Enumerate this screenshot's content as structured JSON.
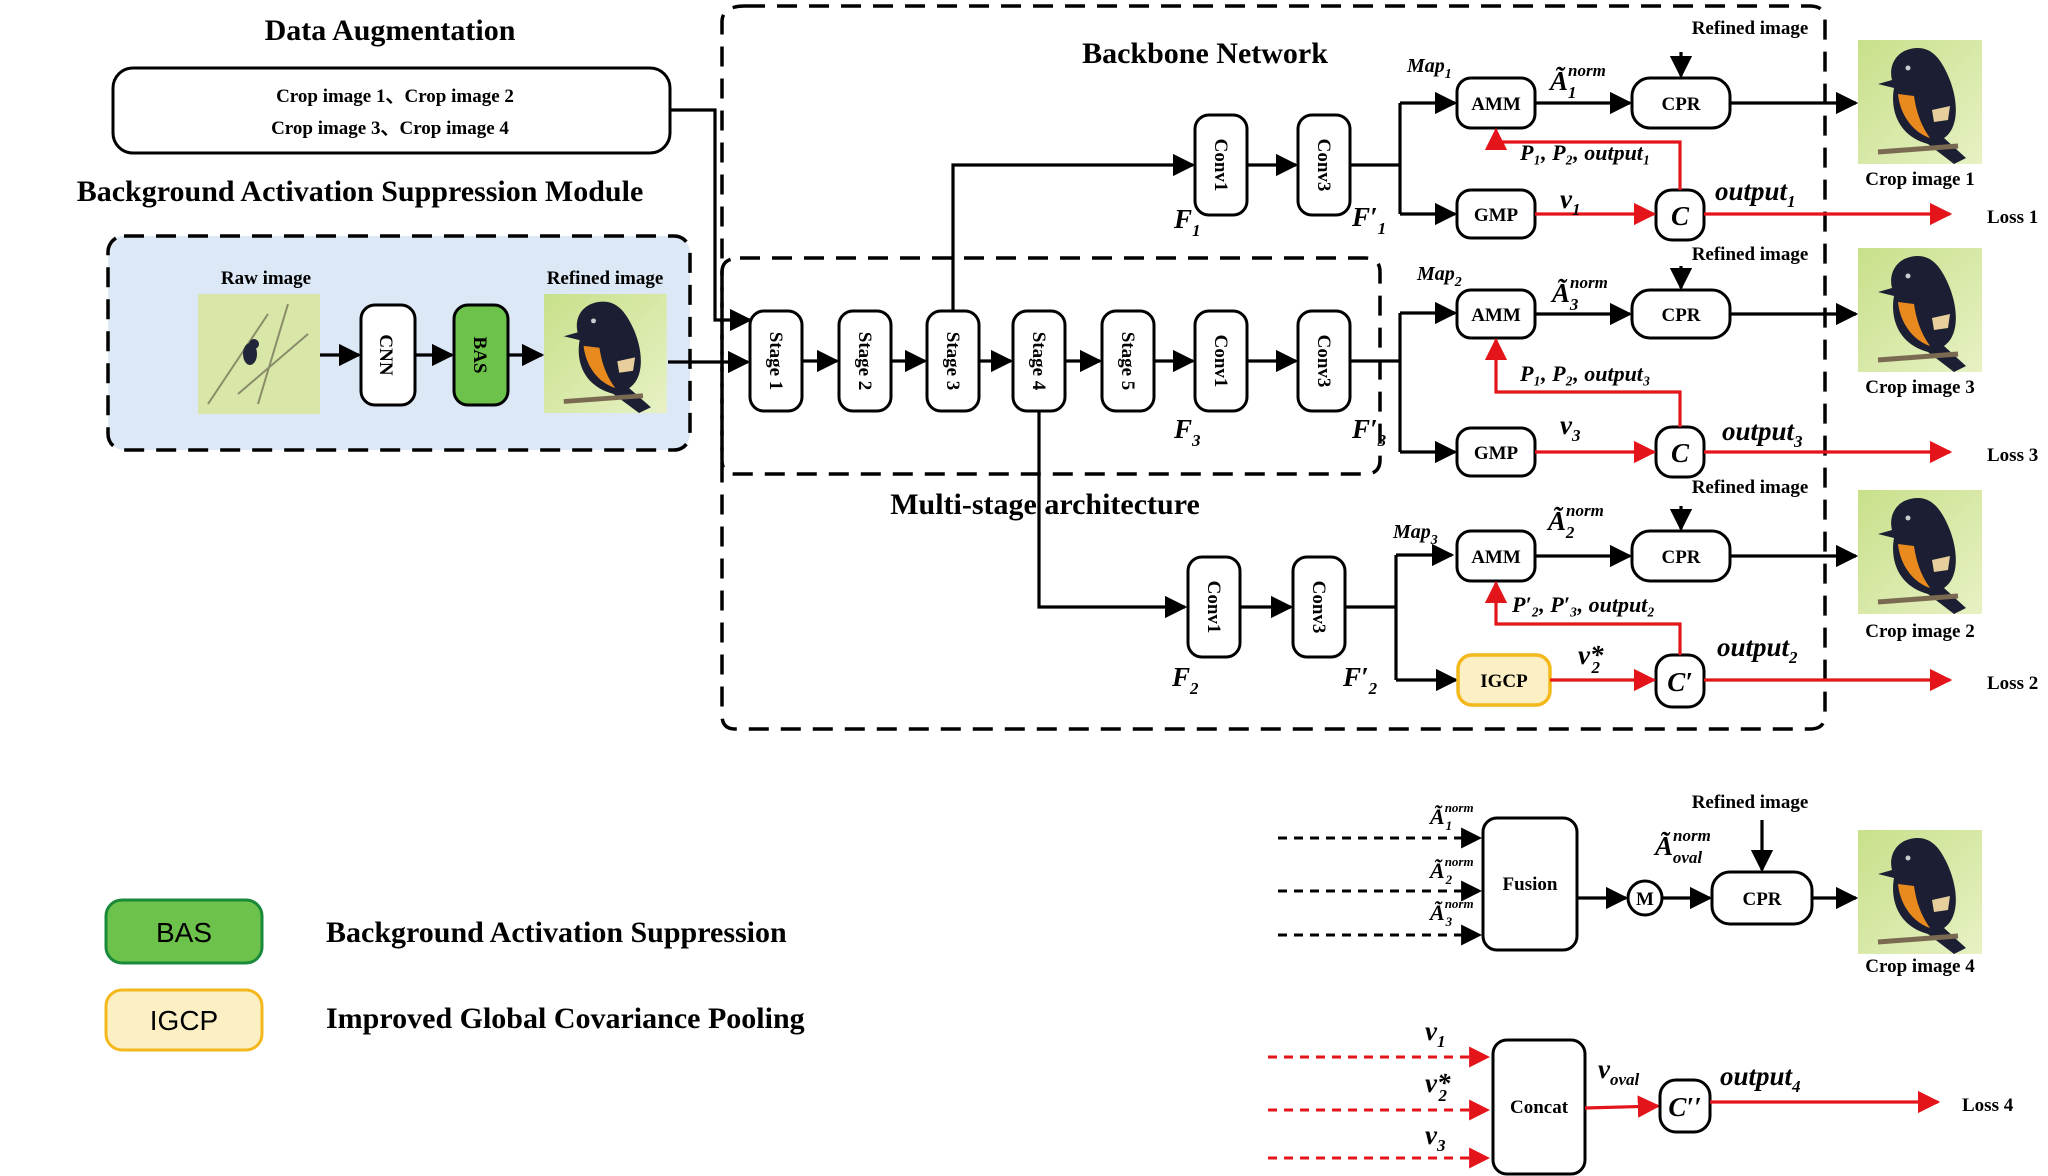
{
  "titles": {
    "data_augmentation": "Data Augmentation",
    "backbone": "Backbone Network",
    "bas_module": "Background Activation Suppression  Module",
    "multistage": "Multi-stage  architecture"
  },
  "crop_list": {
    "line1": "Crop image 1、Crop image 2",
    "line2": "Crop image 3、Crop image 4"
  },
  "bas_block": {
    "raw_image": "Raw image",
    "refined_image": "Refined image",
    "cnn": "CNN",
    "bas": "BAS"
  },
  "stages": [
    "Stage 1",
    "Stage 2",
    "Stage 3",
    "Stage 4",
    "Stage 5"
  ],
  "conv": {
    "conv1": "Conv1",
    "conv3": "Conv3"
  },
  "modules": {
    "amm": "AMM",
    "cpr": "CPR",
    "gmp": "GMP",
    "igcp": "IGCP",
    "c": "C",
    "c_prime": "C′",
    "c_dprime": "C′′",
    "fusion": "Fusion",
    "concat": "Concat",
    "m": "M"
  },
  "refined_image_label": "Refined image",
  "crops": [
    "Crop image 1",
    "Crop image 3",
    "Crop image 2",
    "Crop image 4"
  ],
  "losses": [
    "Loss 1",
    "Loss 3",
    "Loss 2",
    "Loss 4"
  ],
  "math": {
    "map1": "Map",
    "map_sub1": "1",
    "map2": "Map",
    "map_sub2": "2",
    "map3": "Map",
    "map_sub3": "3",
    "A": "Ã",
    "norm": "norm",
    "sub1": "1",
    "sub2": "2",
    "sub3": "3",
    "oval": "oval",
    "F": "F",
    "Fprime": "F′",
    "v": "v",
    "vstar": "v*",
    "voval": "v",
    "output": "output",
    "p_branch1": "P₁, P₂, output₁",
    "p_branch3": "P₁, P₂, output₃",
    "p_branch2": "P′₂, P′₃, output₂"
  },
  "legend": {
    "bas": "BAS",
    "bas_desc": "Background Activation Suppression",
    "igcp": "IGCP",
    "igcp_desc": "Improved Global Covariance Pooling"
  },
  "colors": {
    "red": "#e4141b",
    "bas_green": "#6cc24a",
    "igcp_yellow": "#fdefc4",
    "igcp_border": "#f2b81c",
    "bas_panel": "#dce8f6"
  },
  "icons": {
    "bird": "bird-image"
  }
}
